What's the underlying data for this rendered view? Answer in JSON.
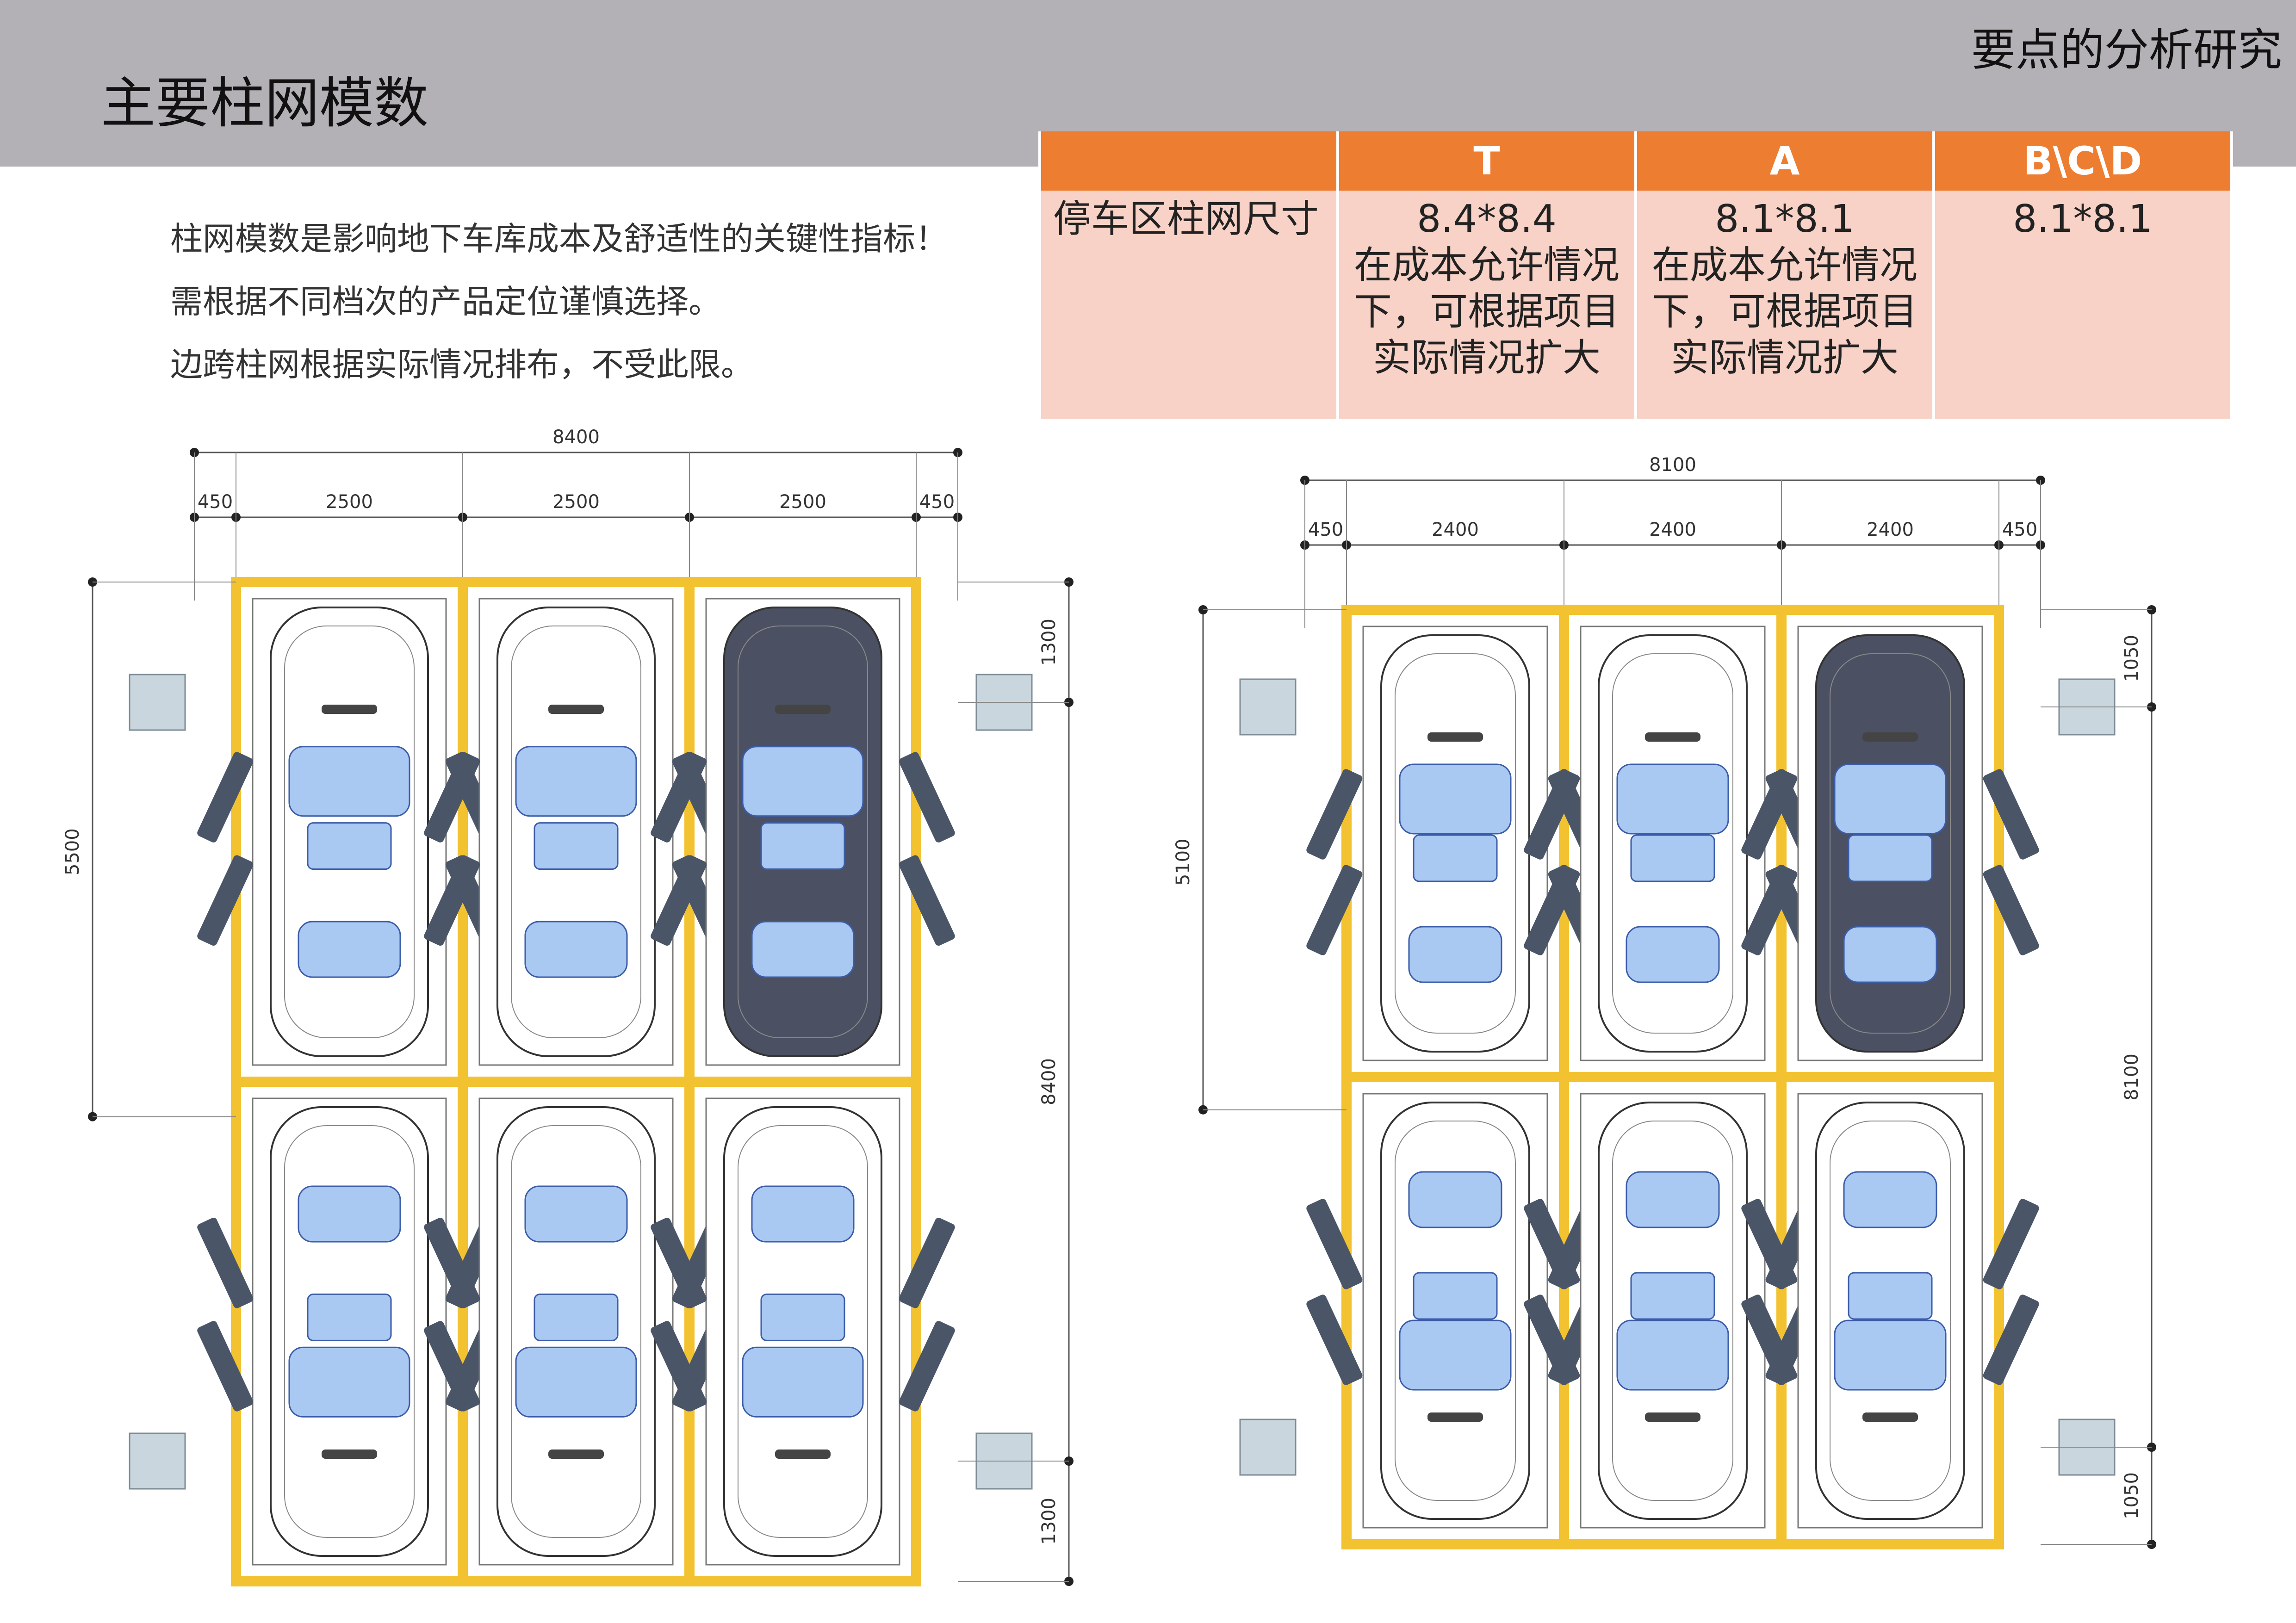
{
  "header": {
    "title": "主要柱网模数",
    "section": "要点的分析研究"
  },
  "intro": {
    "lines": [
      "柱网模数是影响地下车库成本及舒适性的关键性指标！",
      "需根据不同档次的产品定位谨慎选择。",
      "边跨柱网根据实际情况排布，不受此限。"
    ]
  },
  "table": {
    "headers": [
      "",
      "T",
      "A",
      "B\\C\\D"
    ],
    "row": {
      "label": "停车区柱网尺寸",
      "t_value": "8.4*8.4",
      "t_note": "在成本允许情况下，可根据项目实际情况扩大",
      "a_value": "8.1*8.1",
      "a_note": "在成本允许情况下，可根据项目实际情况扩大",
      "bcd_value": "8.1*8.1"
    }
  },
  "colors": {
    "header_band": "#b3b1b6",
    "table_header": "#ed7d31",
    "table_body": "#f8d2c6",
    "bay_line": "#f2c230",
    "column": "#c9d6de",
    "car_white": "#ffffff",
    "car_dark": "#4b5163",
    "glass": "#a9c8f2"
  },
  "plans": [
    {
      "name": "8.4 grid",
      "total_width": "8400",
      "bays": [
        "450",
        "2500",
        "2500",
        "2500",
        "450"
      ],
      "side_top": "1300",
      "side_total": "8400",
      "side_bottom": "1300",
      "left_depth": "5500",
      "dark_car_slot": 2
    },
    {
      "name": "8.1 grid",
      "total_width": "8100",
      "bays": [
        "450",
        "2400",
        "2400",
        "2400",
        "450"
      ],
      "side_top": "1050",
      "side_total": "8100",
      "side_bottom": "1050",
      "left_depth": "5100",
      "dark_car_slot": 2
    }
  ]
}
